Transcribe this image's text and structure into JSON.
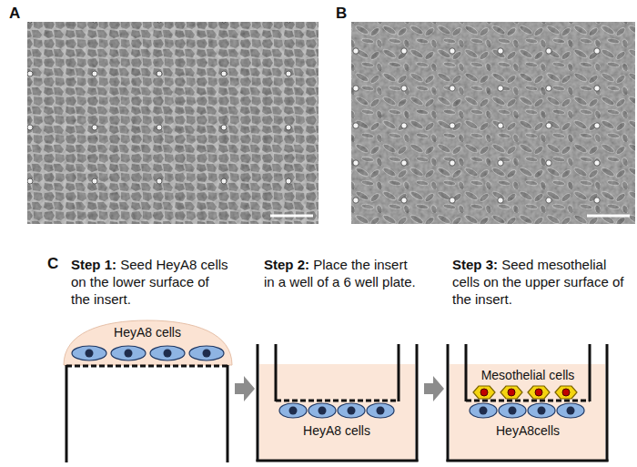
{
  "diagram": {
    "labels": [
      "A",
      "B",
      "C",
      "Step 1:",
      "Seed HeyA8 cells on the lower surface of the insert.",
      "Step 2:",
      "Place the insert in a well of a 6 well plate.",
      "Step 3:",
      "Seed mesothelial cells on the upper surface of the insert.",
      "HeyA8 cells",
      "HeyA8 cells",
      "Mesothelial cells",
      "HeyA8cells"
    ]
  }
}
